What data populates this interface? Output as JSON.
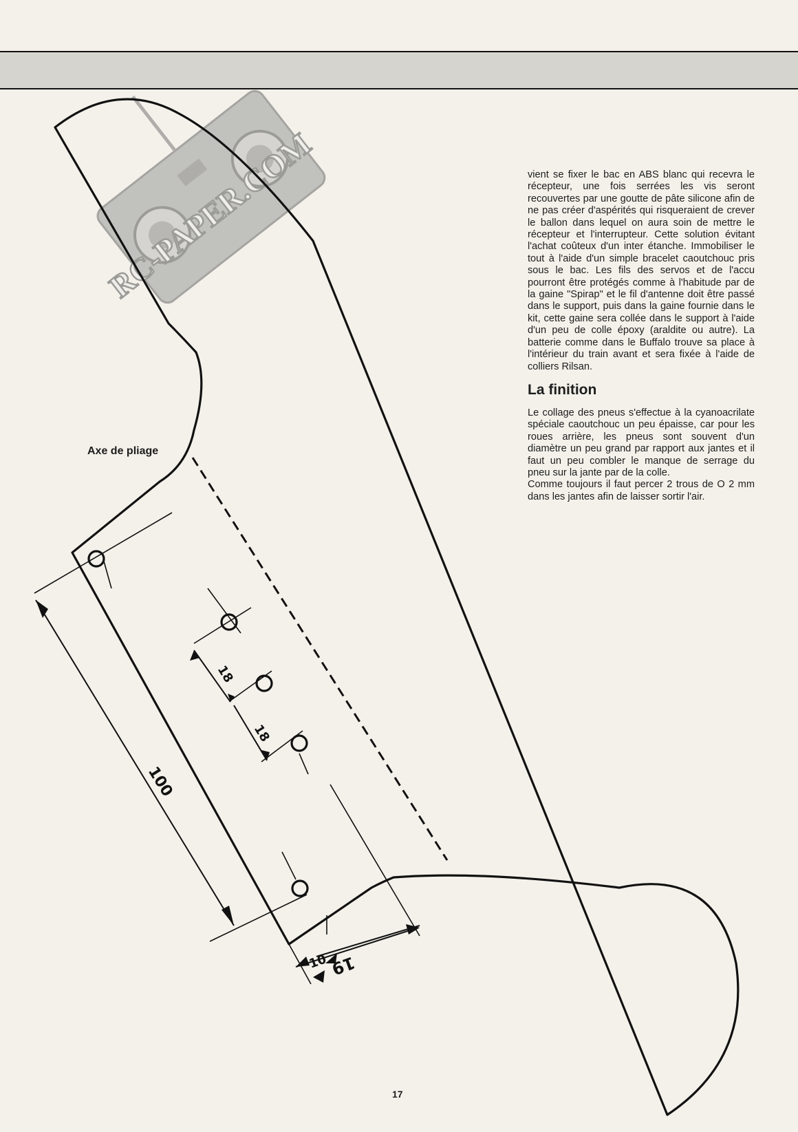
{
  "annotations": {
    "fold_axis_label": "Axe de pliage",
    "dim_100": "100",
    "dim_18_a": "18",
    "dim_18_b": "18",
    "dim_10": "10",
    "dim_19": "19"
  },
  "watermark": {
    "text": "RC-PAPER.COM"
  },
  "article": {
    "paragraph_1": "vient se fixer le bac en ABS blanc qui recevra le récepteur, une fois serrées les vis seront recouvertes par une goutte de pâte silicone afin de ne pas créer d'aspérités qui risqueraient de crever le ballon dans lequel on aura soin de mettre le récepteur et l'interrupteur. Cette solution évitant l'achat coûteux d'un inter étanche. Immobiliser le tout à l'aide d'un simple bracelet caoutchouc pris sous le bac. Les fils des servos et de l'accu pourront être protégés comme à l'habitude par de la gaine \"Spirap\" et le fil d'antenne doit être passé dans le support, puis dans la gaine fournie dans le kit, cette gaine sera collée dans le support à l'aide d'un peu de colle époxy (araldite ou autre). La batterie comme dans le Buffalo trouve sa place à l'intérieur du train avant et sera fixée à l'aide de colliers Rilsan.",
    "heading": "La finition",
    "paragraph_2": "Le collage des pneus s'effectue à la cyanoacrilate spéciale caoutchouc un peu épaisse, car pour les roues arrière, les pneus sont souvent d'un diamètre un peu grand par rapport aux jantes et il faut un peu combler le manque de serrage du pneu sur la jante par de la colle.",
    "paragraph_3": "Comme toujours il faut percer 2 trous de O 2 mm dans les jantes afin de laisser sortir l'air."
  },
  "page": {
    "number": "17"
  }
}
